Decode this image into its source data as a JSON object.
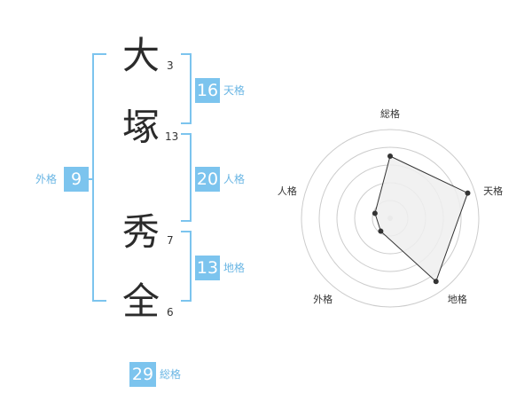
{
  "name": {
    "chars": [
      {
        "char": "大",
        "strokes": "3"
      },
      {
        "char": "塚",
        "strokes": "13"
      },
      {
        "char": "秀",
        "strokes": "7"
      },
      {
        "char": "全",
        "strokes": "6"
      }
    ]
  },
  "kakusu": {
    "tenkaku": {
      "value": "16",
      "label": "天格"
    },
    "jinkaku": {
      "value": "20",
      "label": "人格"
    },
    "chikaku": {
      "value": "13",
      "label": "地格"
    },
    "gaikaku": {
      "value": "9",
      "label": "外格"
    },
    "soukaku": {
      "value": "29",
      "label": "総格"
    }
  },
  "colors": {
    "accent": "#7cc4ee",
    "radar_fill": "#efefef",
    "radar_line": "#333333",
    "grid": "#cccccc"
  },
  "chart_data": {
    "type": "radar",
    "axes": [
      "総格",
      "天格",
      "地格",
      "外格",
      "人格"
    ],
    "rings": 5,
    "values": [
      3.5,
      4.6,
      4.4,
      0.9,
      0.9
    ],
    "max": 5
  }
}
